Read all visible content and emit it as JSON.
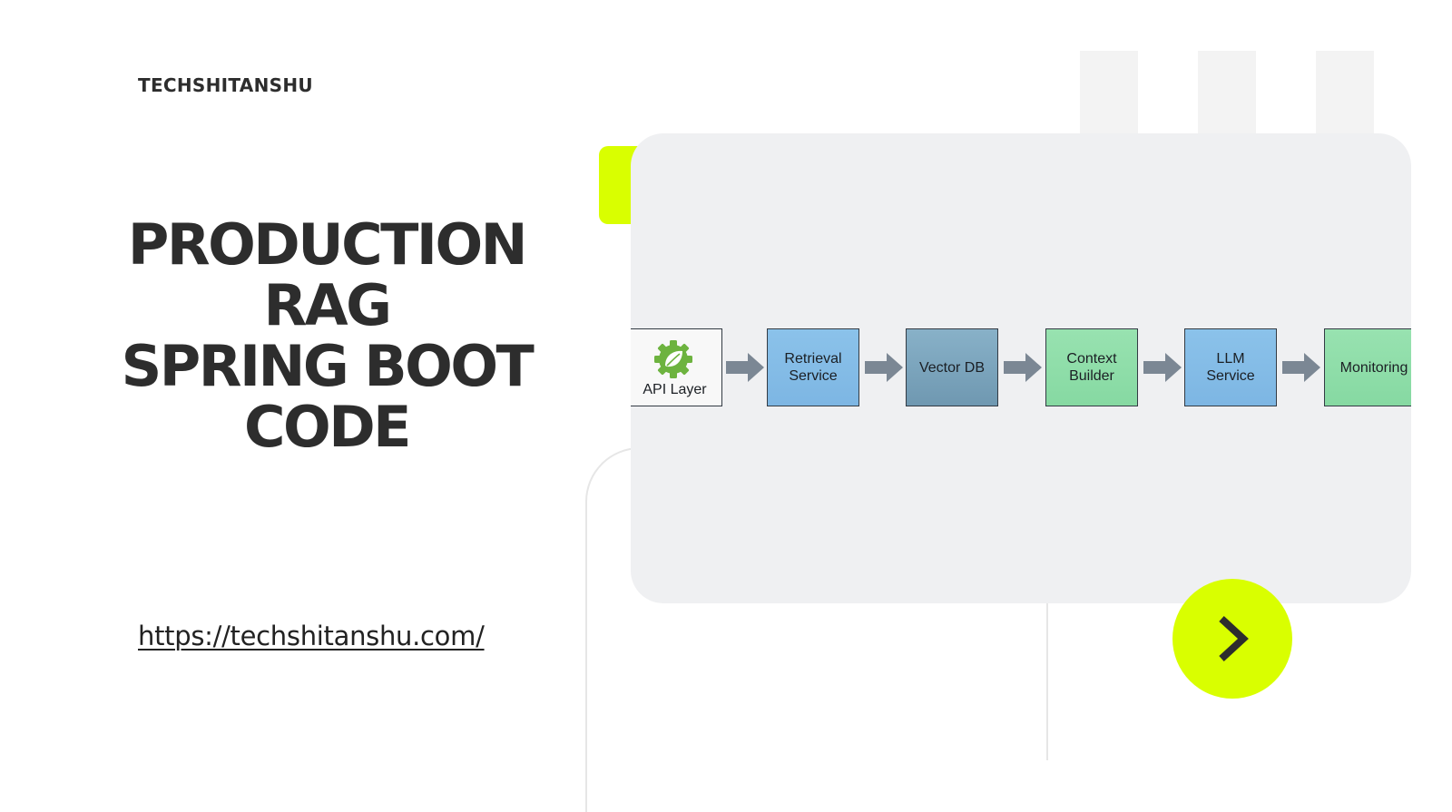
{
  "brand": "TECHSHITANSHU",
  "title_lines": [
    "PRODUCTION",
    "RAG",
    "SPRING BOOT",
    "CODE"
  ],
  "url": "https://techshitanshu.com/",
  "colors": {
    "accent": "#d9ff00",
    "text_dark": "#2d2d2d",
    "panel_bg": "#eff0f2",
    "node_blue": "#82bbe6",
    "node_teal": "#7aa3bc",
    "node_green": "#8ddda7",
    "arrow": "#7b8794"
  },
  "diagram": {
    "nodes": [
      {
        "label": "API Layer",
        "icon": "spring-leaf-gear-icon"
      },
      {
        "label_lines": [
          "Retrieval",
          "Service"
        ]
      },
      {
        "label": "Vector DB"
      },
      {
        "label_lines": [
          "Context",
          "Builder"
        ]
      },
      {
        "label_lines": [
          "LLM",
          "Service"
        ]
      },
      {
        "label": "Monitoring"
      }
    ]
  },
  "next_icon": "chevron-right-icon"
}
